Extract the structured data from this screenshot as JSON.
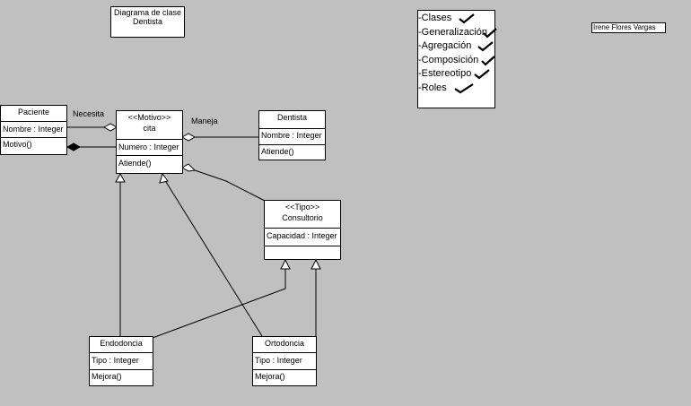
{
  "title_note": {
    "line1": "Diagrama de clase",
    "line2": "Dentista"
  },
  "author_note": "Irene Flores Vargas",
  "checklist": {
    "items": [
      "-Clases",
      "-Generalización",
      "-Agregación",
      "-Composición",
      "-Estereotipo",
      "-Roles"
    ],
    "check_glyph": "✓"
  },
  "classes": {
    "paciente": {
      "name": "Paciente",
      "attribute": "Nombre : Integer",
      "operation": "Motivo()"
    },
    "cita": {
      "stereotype": "<<Motivo>>",
      "name": "cita",
      "attribute": "Numero : Integer",
      "operation": "Atiende()"
    },
    "dentista": {
      "name": "Dentista",
      "attribute": "Nombre : Integer",
      "operation": "Atiende()"
    },
    "consultorio": {
      "stereotype": "<<Tipo>>",
      "name": "Consultorio",
      "attribute": "Capacidad : Integer",
      "operation": ""
    },
    "endodoncia": {
      "name": "Endodoncia",
      "attribute": "Tipo : Integer",
      "operation": "Mejora()"
    },
    "ortodoncia": {
      "name": "Ortodoncia",
      "attribute": "Tipo : Integer",
      "operation": "Mejora()"
    }
  },
  "roles": {
    "necesita": "Necesita",
    "maneja": "Maneja"
  },
  "colors": {
    "canvas": "#c0c0c0",
    "box": "#ffffff",
    "stroke": "#000000"
  }
}
